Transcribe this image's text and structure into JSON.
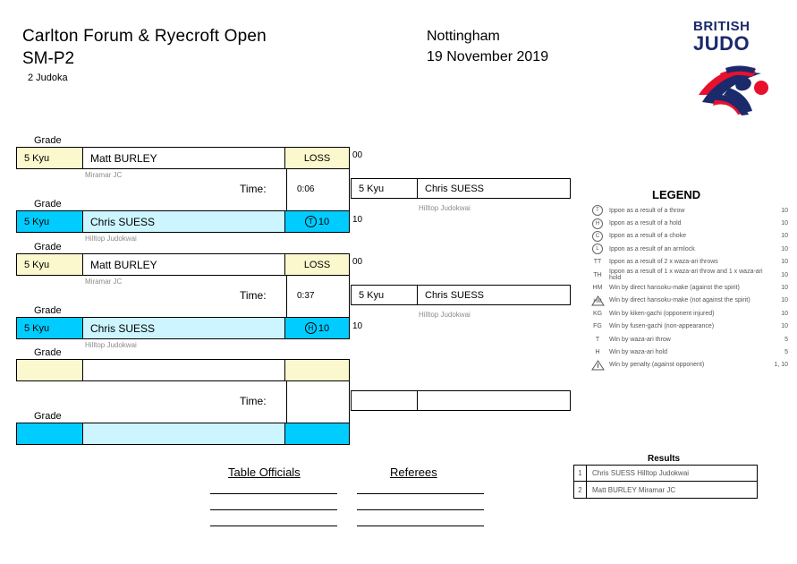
{
  "header": {
    "event_title": "Carlton Forum & Ryecroft Open",
    "category": "SM-P2",
    "judoka_count": "2 Judoka",
    "venue": "Nottingham",
    "date": "19 November 2019"
  },
  "logo": {
    "line1": "BRITISH",
    "line2": "JUDO",
    "navy": "#1b2a6b",
    "red": "#e8112d"
  },
  "bracket": {
    "grade_label": "Grade",
    "time_label": "Time:",
    "matches": [
      {
        "top": {
          "grade": "5 Kyu",
          "name": "Matt BURLEY",
          "club": "Miramar JC",
          "score": "LOSS",
          "symbol": "",
          "points": "00"
        },
        "bottom": {
          "grade": "5 Kyu",
          "name": "Chris SUESS",
          "club": "Hilltop Judokwai",
          "score": "10",
          "symbol": "T",
          "points": "10"
        },
        "time": "0:06",
        "winner": {
          "grade": "5 Kyu",
          "name": "Chris SUESS",
          "club": "Hilltop Judokwai"
        }
      },
      {
        "top": {
          "grade": "5 Kyu",
          "name": "Matt BURLEY",
          "club": "Miramar JC",
          "score": "LOSS",
          "symbol": "",
          "points": "00"
        },
        "bottom": {
          "grade": "5 Kyu",
          "name": "Chris SUESS",
          "club": "Hilltop Judokwai",
          "score": "10",
          "symbol": "H",
          "points": "10"
        },
        "time": "0:37",
        "winner": {
          "grade": "5 Kyu",
          "name": "Chris SUESS",
          "club": "Hilltop Judokwai"
        }
      },
      {
        "top": {
          "grade": "",
          "name": "",
          "club": "",
          "score": "",
          "symbol": "",
          "points": ""
        },
        "bottom": {
          "grade": "",
          "name": "",
          "club": "",
          "score": "",
          "symbol": "",
          "points": ""
        },
        "time": "",
        "winner": {
          "grade": "",
          "name": "",
          "club": ""
        }
      }
    ]
  },
  "legend": {
    "title": "LEGEND",
    "entries": [
      {
        "sym": "T",
        "shape": "circle",
        "text": "Ippon as a result of a throw",
        "value": "10"
      },
      {
        "sym": "H",
        "shape": "circle",
        "text": "Ippon as a result of a hold",
        "value": "10"
      },
      {
        "sym": "C",
        "shape": "circle",
        "text": "Ippon as a result of a choke",
        "value": "10"
      },
      {
        "sym": "L",
        "shape": "circle",
        "text": "Ippon as a result of an armlock",
        "value": "10"
      },
      {
        "sym": "TT",
        "shape": "plain",
        "text": "Ippon as a result of 2 x waza-ari throws",
        "value": "10"
      },
      {
        "sym": "TH",
        "shape": "plain",
        "text": "Ippon as a result of 1 x waza-ari throw and 1 x waza-ari hold",
        "value": "10"
      },
      {
        "sym": "HM",
        "shape": "plain",
        "text": "Win by direct hansoku-make (against the spirit)",
        "value": "10"
      },
      {
        "sym": "HM",
        "shape": "triangle",
        "text": "Win by direct hansoku-make (not against the spirit)",
        "value": "10"
      },
      {
        "sym": "KG",
        "shape": "plain",
        "text": "Win by kiken-gachi (opponent injured)",
        "value": "10"
      },
      {
        "sym": "FG",
        "shape": "plain",
        "text": "Win by fusen-gachi (non-appearance)",
        "value": "10"
      },
      {
        "sym": "T",
        "shape": "plain",
        "text": "Win by waza-ari throw",
        "value": "5"
      },
      {
        "sym": "H",
        "shape": "plain",
        "text": "Win by waza-ari hold",
        "value": "5"
      },
      {
        "sym": "P",
        "shape": "triangle",
        "text": "Win by penalty (against opponent)",
        "value": "1, 10"
      }
    ]
  },
  "officials": {
    "table_officials_label": "Table Officials",
    "referees_label": "Referees"
  },
  "results": {
    "title": "Results",
    "rows": [
      {
        "place": "1",
        "name": "Chris SUESS  Hilltop Judokwai"
      },
      {
        "place": "2",
        "name": "Matt BURLEY  Miramar JC"
      }
    ]
  }
}
